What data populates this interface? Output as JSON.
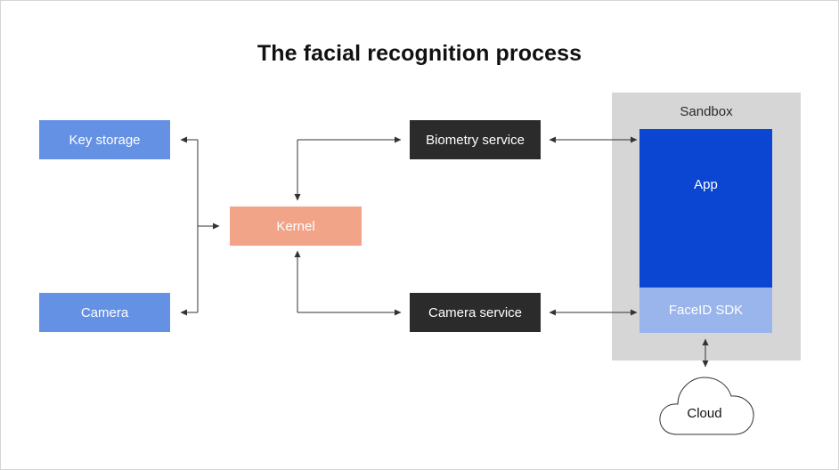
{
  "title": "The facial recognition process",
  "nodes": {
    "key_storage": "Key storage",
    "camera": "Camera",
    "kernel": "Kernel",
    "biometry_service": "Biometry service",
    "camera_service": "Camera service",
    "sandbox": "Sandbox",
    "app": "App",
    "faceid_sdk": "FaceID SDK",
    "cloud": "Cloud"
  },
  "colors": {
    "peripheral": "#6491e4",
    "service": "#2b2b2b",
    "kernel": "#f1a488",
    "sandbox": "#d6d6d6",
    "app": "#0a46d1",
    "sdk": "#99b5ec",
    "connector": "#333333"
  },
  "edges": [
    {
      "from": "kernel",
      "to": "key_storage",
      "style": "arrow"
    },
    {
      "from": "kernel",
      "to": "camera",
      "style": "arrow"
    },
    {
      "from": "kernel",
      "to": "biometry_service",
      "style": "bidirectional"
    },
    {
      "from": "kernel",
      "to": "camera_service",
      "style": "bidirectional"
    },
    {
      "from": "biometry_service",
      "to": "app",
      "style": "bidirectional"
    },
    {
      "from": "camera_service",
      "to": "faceid_sdk",
      "style": "bidirectional"
    },
    {
      "from": "faceid_sdk",
      "to": "cloud",
      "style": "dashed-bidirectional"
    }
  ]
}
